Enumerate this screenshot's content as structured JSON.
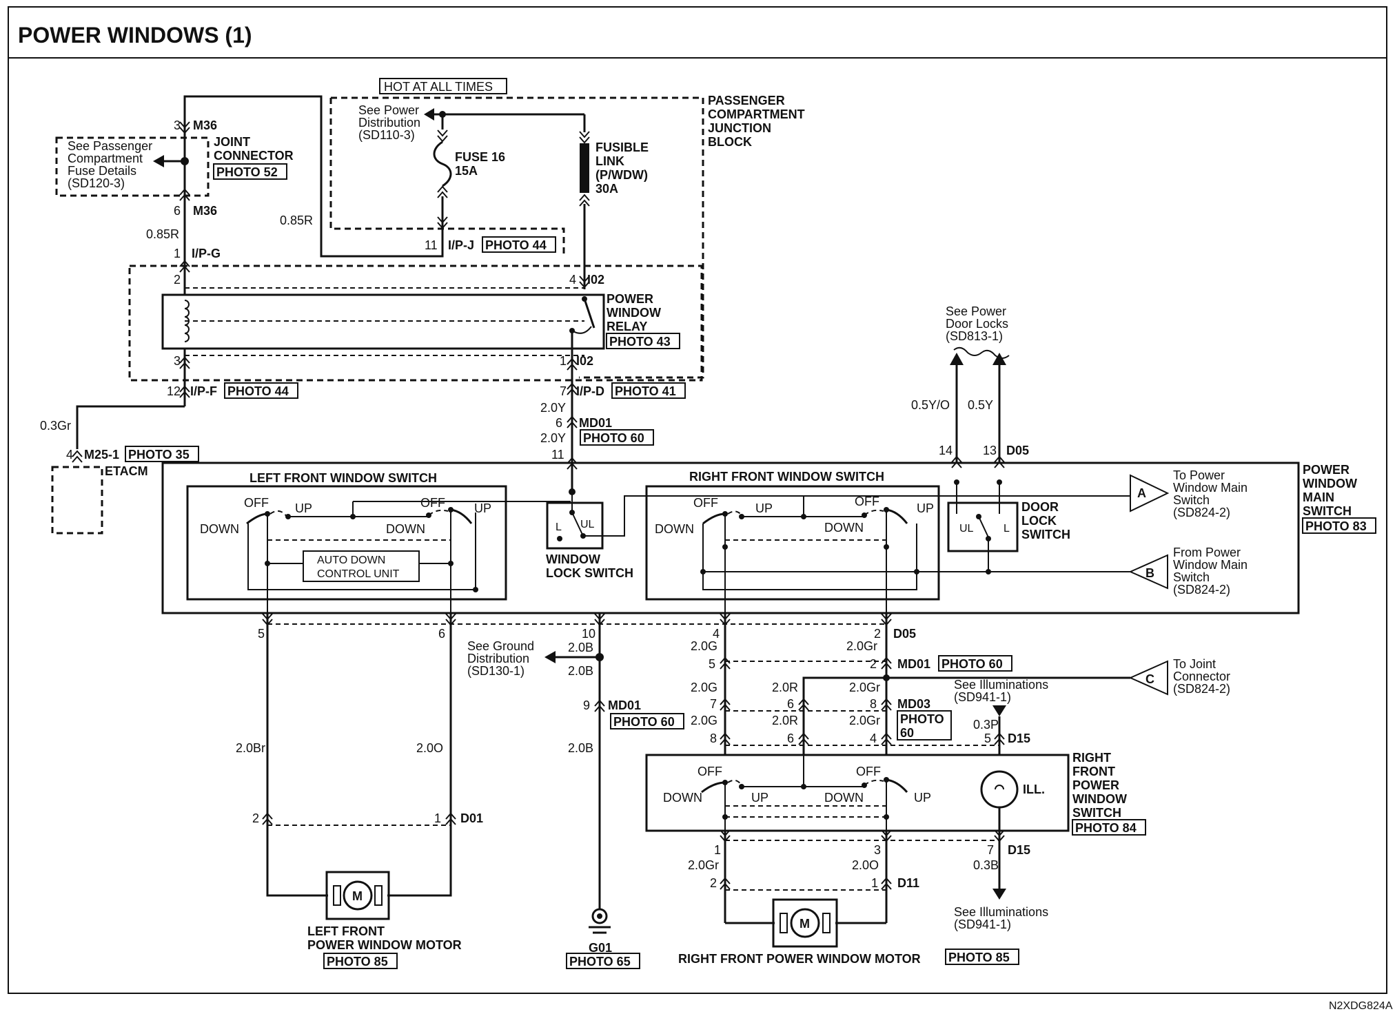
{
  "title": "POWER WINDOWS (1)",
  "doc_code": "N2XDG824A",
  "hot_label": "HOT AT ALL TIMES",
  "pcjb": [
    "PASSENGER",
    "COMPARTMENT",
    "JUNCTION",
    "BLOCK"
  ],
  "see_power_dist": [
    "See Power",
    "Distribution",
    "(SD110-3)"
  ],
  "fuse": [
    "FUSE 16",
    "15A"
  ],
  "fusible_link": [
    "FUSIBLE",
    "LINK",
    "(P/WDW)",
    "30A"
  ],
  "see_pass_fuse": [
    "See Passenger",
    "Compartment",
    "Fuse Details",
    "(SD120-3)"
  ],
  "joint_connector": [
    "JOINT",
    "CONNECTOR"
  ],
  "power_window_relay": [
    "POWER",
    "WINDOW",
    "RELAY"
  ],
  "etacm": "ETACM",
  "see_door_locks": [
    "See Power",
    "Door Locks",
    "(SD813-1)"
  ],
  "left_front_window_switch": "LEFT FRONT WINDOW SWITCH",
  "right_front_window_switch": "RIGHT FRONT WINDOW SWITCH",
  "window_lock_switch": [
    "WINDOW",
    "LOCK SWITCH"
  ],
  "door_lock_switch": [
    "DOOR",
    "LOCK",
    "SWITCH"
  ],
  "power_window_main_switch": [
    "POWER",
    "WINDOW",
    "MAIN",
    "SWITCH"
  ],
  "auto_down": [
    "AUTO DOWN",
    "CONTROL UNIT"
  ],
  "conn_a": "A",
  "conn_b": "B",
  "conn_c": "C",
  "to_main_a": [
    "To Power",
    "Window Main",
    "Switch",
    "(SD824-2)"
  ],
  "from_main_b": [
    "From Power",
    "Window Main",
    "Switch",
    "(SD824-2)"
  ],
  "to_joint_c": [
    "To Joint",
    "Connector",
    "(SD824-2)"
  ],
  "see_ground": [
    "See Ground",
    "Distribution",
    "(SD130-1)"
  ],
  "see_illum": [
    "See Illuminations",
    "(SD941-1)"
  ],
  "rf_power_window_switch": [
    "RIGHT",
    "FRONT",
    "POWER",
    "WINDOW",
    "SWITCH"
  ],
  "ill": "ILL.",
  "motor_symbol": "M",
  "lf_motor": [
    "LEFT FRONT",
    "POWER WINDOW MOTOR"
  ],
  "rf_motor": "RIGHT FRONT POWER WINDOW MOTOR",
  "g01": "G01",
  "sw": {
    "off": "OFF",
    "up": "UP",
    "down": "DOWN",
    "l": "L",
    "ul": "UL"
  },
  "photos": {
    "p52": "PHOTO 52",
    "p44": "PHOTO 44",
    "p43": "PHOTO 43",
    "p41": "PHOTO 41",
    "p35": "PHOTO 35",
    "p60": "PHOTO 60",
    "p83": "PHOTO 83",
    "p84": "PHOTO 84",
    "p85": "PHOTO 85",
    "p65": "PHOTO 65",
    "p60a": "PHOTO",
    "p60b": "60"
  },
  "connectors": {
    "m36": "M36",
    "ipg": "I/P-G",
    "ipj": "I/P-J",
    "i02": "I02",
    "ipf": "I/P-F",
    "ipd": "I/P-D",
    "md01": "MD01",
    "m25": "M25-1",
    "d05": "D05",
    "md03": "MD03",
    "d15": "D15",
    "d01": "D01",
    "d11": "D11"
  },
  "wires": {
    "r085": "0.85R",
    "gr03": "0.3Gr",
    "y20": "2.0Y",
    "yo05": "0.5Y/O",
    "y05": "0.5Y",
    "b20": "2.0B",
    "g20": "2.0G",
    "gr20": "2.0Gr",
    "r20": "2.0R",
    "p03": "0.3P",
    "br20": "2.0Br",
    "o20": "2.0O",
    "b03": "0.3B"
  },
  "pins": {
    "n1": "1",
    "n2": "2",
    "n3": "3",
    "n4": "4",
    "n5": "5",
    "n6": "6",
    "n7": "7",
    "n8": "8",
    "n9": "9",
    "n10": "10",
    "n11": "11",
    "n12": "12",
    "n13": "13",
    "n14": "14"
  }
}
